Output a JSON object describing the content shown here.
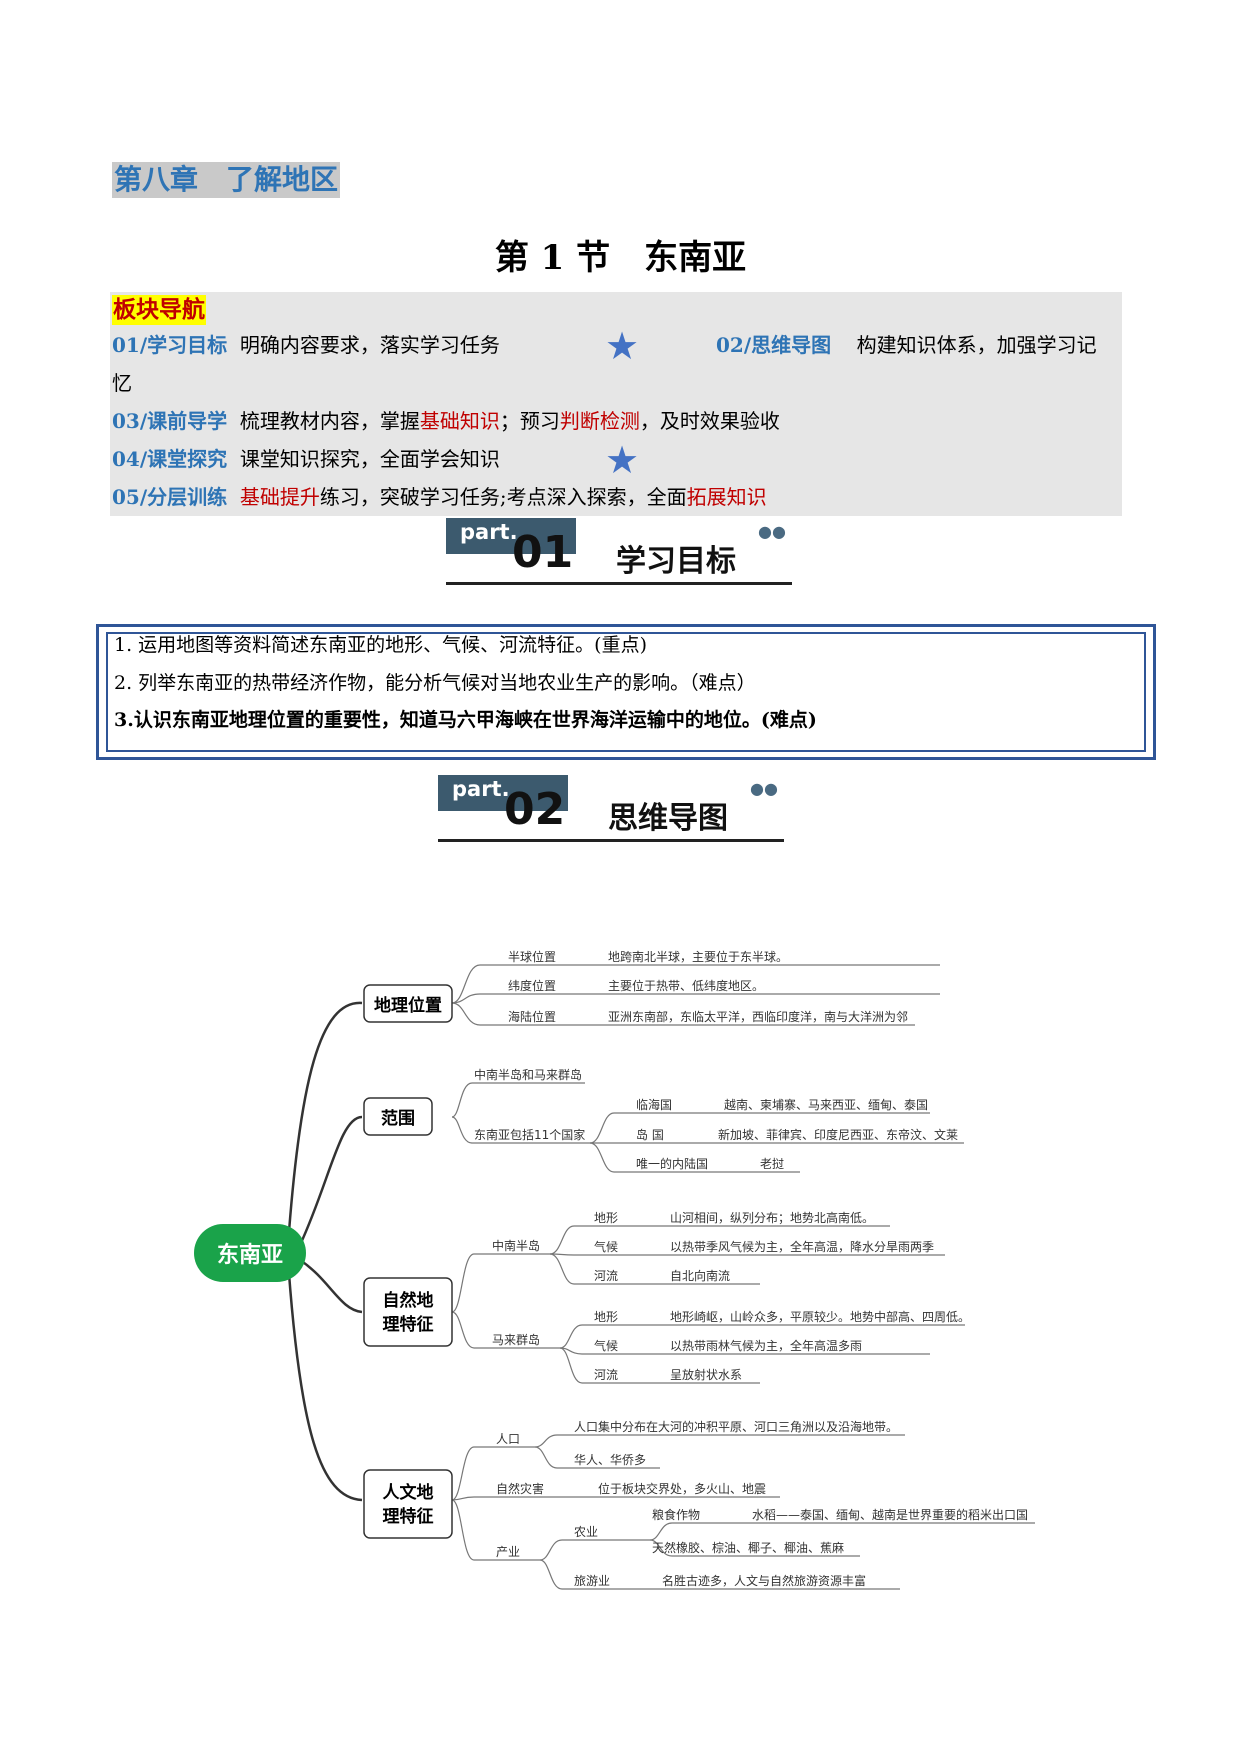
{
  "chapter": "第八章　了解地区",
  "section_title": "第 1 节　东南亚",
  "nav": {
    "heading": "板块导航",
    "line1_a_label": "01/学习目标",
    "line1_a_text": "明确内容要求，落实学习任务",
    "line1_b_label": "02/思维导图",
    "line1_b_text": "构建知识体系，加强学习记",
    "line1_wrap": "忆",
    "line3_label": "03/课前导学",
    "line3_t1": "梳理教材内容，掌握",
    "line3_r1": "基础知识",
    "line3_t2": "；预习",
    "line3_r2": "判断检测",
    "line3_t3": "，及时效果验收",
    "line4_label": "04/课堂探究",
    "line4_text": "课堂知识探究，全面学会知识",
    "line5_label": "05/分层训练",
    "line5_r1": "基础提升",
    "line5_t1": "练习，突破学习任务;考点深入探索，全面",
    "line5_r2": "拓展知识",
    "star_icon": "★"
  },
  "part1": {
    "part": "part.",
    "num": "01",
    "label": "学习目标"
  },
  "objectives": [
    "1. 运用地图等资料简述东南亚的地形、气候、河流特征。(重点)",
    "2. 列举东南亚的热带经济作物，能分析气候对当地农业生产的影响。（难点）",
    "3.认识东南亚地理位置的重要性，知道马六甲海峡在世界海洋运输中的地位。(难点)"
  ],
  "part2": {
    "part": "part.",
    "num": "02",
    "label": "思维导图"
  },
  "mindmap": {
    "root": "东南亚",
    "geo": "地理位置",
    "geo_items": [
      [
        "半球位置",
        "地跨南北半球，主要位于东半球。"
      ],
      [
        "纬度位置",
        "主要位于热带、低纬度地区。"
      ],
      [
        "海陆位置",
        "亚洲东南部，东临太平洋，西临印度洋，南与大洋洲为邻"
      ]
    ],
    "scope": "范围",
    "scope_a": "中南半岛和马来群岛",
    "scope_b": "东南亚包括11个国家",
    "scope_items": [
      [
        "临海国",
        "越南、柬埔寨、马来西亚、缅甸、泰国"
      ],
      [
        "岛 国",
        "新加坡、菲律宾、印度尼西亚、东帝汶、文莱"
      ],
      [
        "唯一的内陆国",
        "老挝"
      ]
    ],
    "nat_1": "自然地",
    "nat_2": "理特征",
    "nat_a": "中南半岛",
    "nat_a_items": [
      [
        "地形",
        "山河相间，纵列分布；地势北高南低。"
      ],
      [
        "气候",
        "以热带季风气候为主，全年高温，降水分旱雨两季"
      ],
      [
        "河流",
        "自北向南流"
      ]
    ],
    "nat_b": "马来群岛",
    "nat_b_items": [
      [
        "地形",
        "地形崎岖，山岭众多，平原较少。地势中部高、四周低。"
      ],
      [
        "气候",
        "以热带雨林气候为主，全年高温多雨"
      ],
      [
        "河流",
        "呈放射状水系"
      ]
    ],
    "hum_1": "人文地",
    "hum_2": "理特征",
    "pop": "人口",
    "pop_items": [
      "人口集中分布在大河的冲积平原、河口三角洲以及沿海地带。",
      "华人、华侨多"
    ],
    "disaster": "自然灾害",
    "disaster_text": "位于板块交界处，多火山、地震",
    "industry": "产业",
    "agri": "农业",
    "food": "粮食作物",
    "food_text": "水稻——泰国、缅甸、越南是世界重要的稻米出口国",
    "cash": "天然橡胶、棕油、椰子、椰油、蕉麻",
    "tourism": "旅游业",
    "tourism_text": "名胜古迹多，人文与自然旅游资源丰富"
  },
  "colors": {
    "blue": "#2e74b5",
    "red": "#c00000",
    "root_green": "#1aa34a",
    "frame": "#2f5597"
  }
}
